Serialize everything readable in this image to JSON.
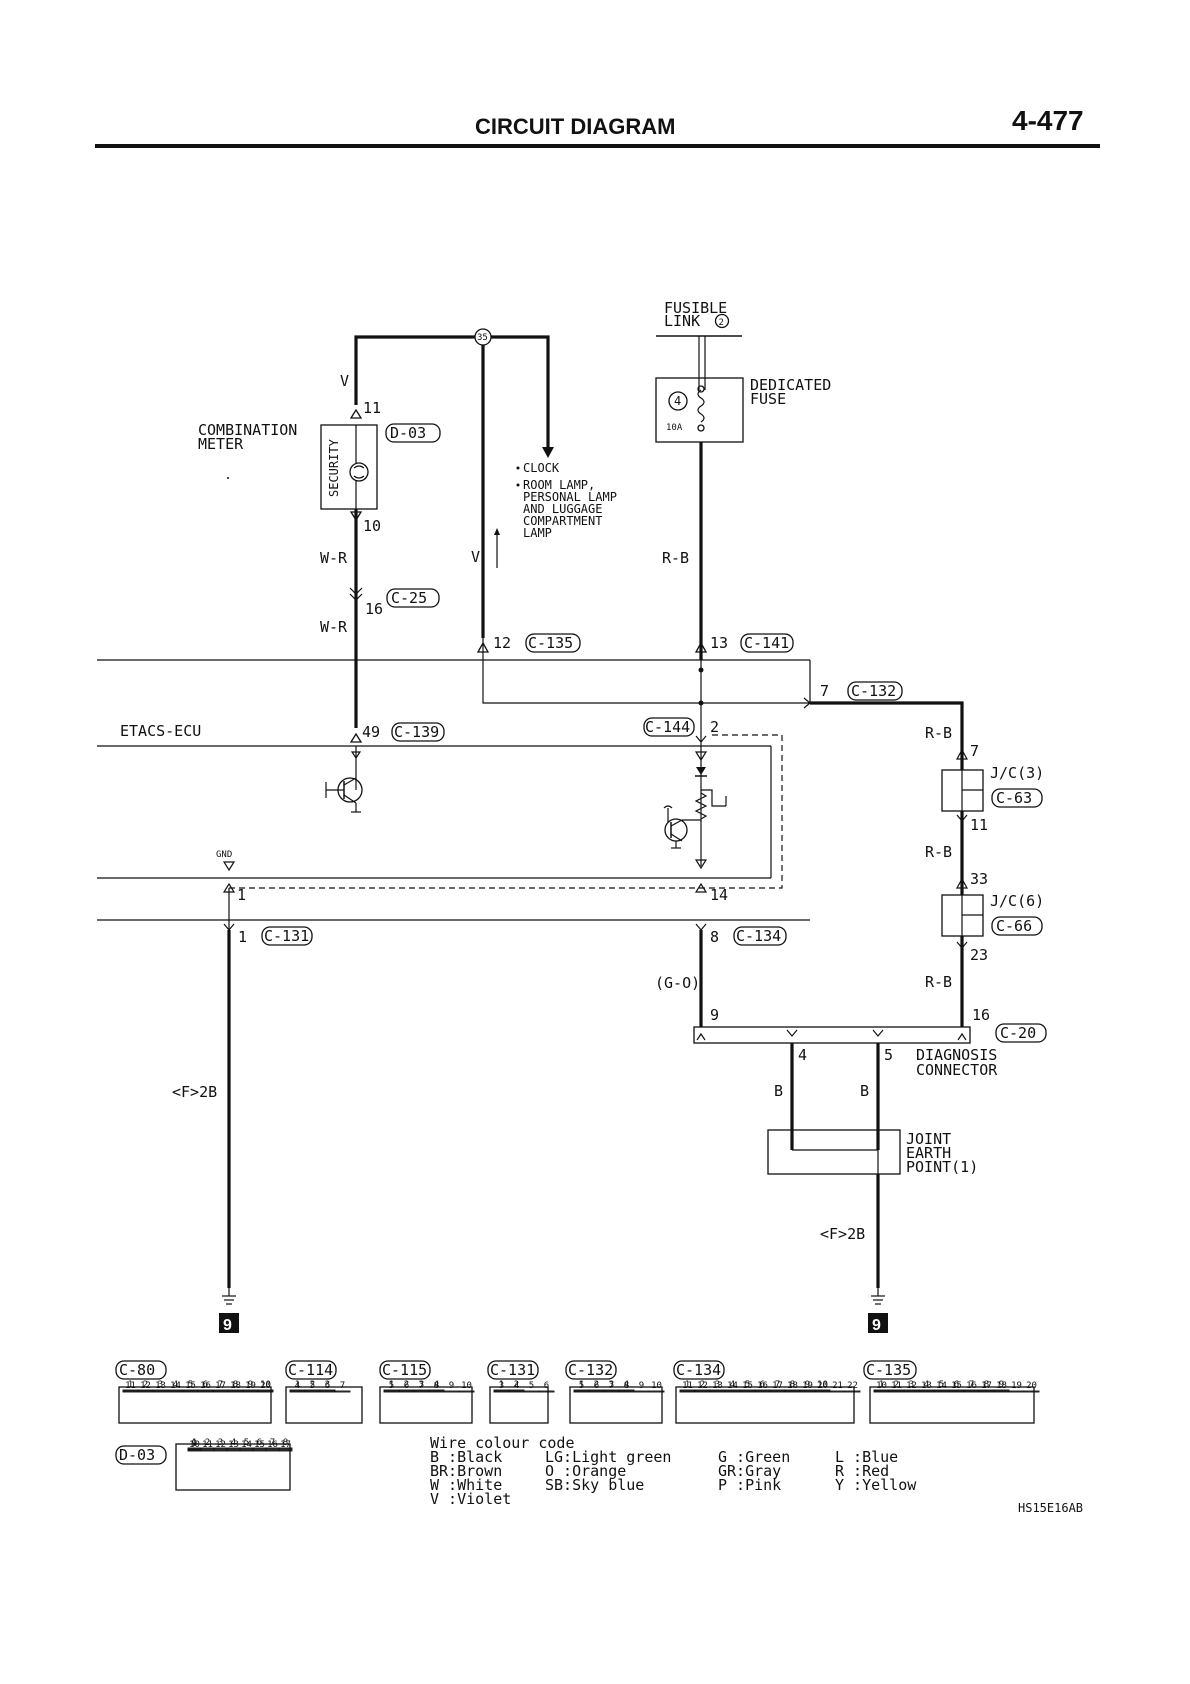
{
  "header": {
    "title": "CIRCUIT DIAGRAM",
    "page_number": "4-477"
  },
  "power": {
    "fusible_link_line1": "FUSIBLE",
    "fusible_link_line2": "LINK",
    "fusible_link_no": "2",
    "fuse_label_line1": "DEDICATED",
    "fuse_label_line2": "FUSE",
    "fuse_no": "4",
    "fuse_rating": "10A",
    "splice_no": "35"
  },
  "combination_meter": {
    "label_line1": "COMBINATION",
    "label_line2": "METER",
    "indicator": "SECURITY",
    "connector": "D-03",
    "pin_in": "11",
    "pin_out": "10"
  },
  "loads": {
    "item1": "CLOCK",
    "item2_line1": "ROOM LAMP,",
    "item2_line2": "PERSONAL LAMP",
    "item2_line3": "AND LUGGAGE",
    "item2_line4": "COMPARTMENT",
    "item2_line5": "LAMP"
  },
  "wires": {
    "v_top": "V",
    "wr_upper": "W-R",
    "wr_lower": "W-R",
    "v_mid": "V",
    "rb_fuse": "R-B",
    "rb_right1": "R-B",
    "rb_right2": "R-B",
    "rb_right3": "R-B",
    "go": "(G-O)",
    "b_left": "B",
    "b_right": "B",
    "f2b_left": "<F>2B",
    "f2b_right": "<F>2B"
  },
  "connectors": {
    "c25": "C-25",
    "c25_pin": "16",
    "c135": "C-135",
    "c135_pin": "12",
    "c141": "C-141",
    "c141_pin": "13",
    "c132": "C-132",
    "c132_pin": "7",
    "c139": "C-139",
    "c139_pin": "49",
    "c144": "C-144",
    "c144_pin": "2",
    "c131": "C-131",
    "c131_pin": "1",
    "c134": "C-134",
    "c134_pin": "8",
    "gnd_pin": "1",
    "pin14": "14",
    "c20": "C-20",
    "pin9": "9",
    "pin16": "16",
    "pin4": "4",
    "pin5": "5"
  },
  "ecu": {
    "label": "ETACS-ECU",
    "gnd": "GND"
  },
  "junctions": {
    "jc3_label": "J/C(3)",
    "jc3_conn": "C-63",
    "jc3_in": "7",
    "jc3_out": "11",
    "jc6_label": "J/C(6)",
    "jc6_conn": "C-66",
    "jc6_in": "33",
    "jc6_out": "23"
  },
  "diagnosis": {
    "label_line1": "DIAGNOSIS",
    "label_line2": "CONNECTOR"
  },
  "earth": {
    "label_line1": "JOINT",
    "label_line2": "EARTH",
    "label_line3": "POINT(1)",
    "ground_left": "9",
    "ground_right": "9"
  },
  "connector_views": {
    "c80": "C-80",
    "c114": "C-114",
    "c115": "C-115",
    "c131": "C-131",
    "c132": "C-132",
    "c134": "C-134",
    "c135": "C-135",
    "d03": "D-03"
  },
  "legend": {
    "title": "Wire colour code",
    "col1": [
      "B :Black",
      "BR:Brown",
      "W :White",
      "V :Violet"
    ],
    "col2": [
      "LG:Light green",
      "O :Orange",
      "SB:Sky blue"
    ],
    "col3": [
      "G :Green",
      "GR:Gray",
      "P :Pink"
    ],
    "col4": [
      "L :Blue",
      "R :Red",
      "Y :Yellow"
    ]
  },
  "figure_code": "HS15E16AB"
}
